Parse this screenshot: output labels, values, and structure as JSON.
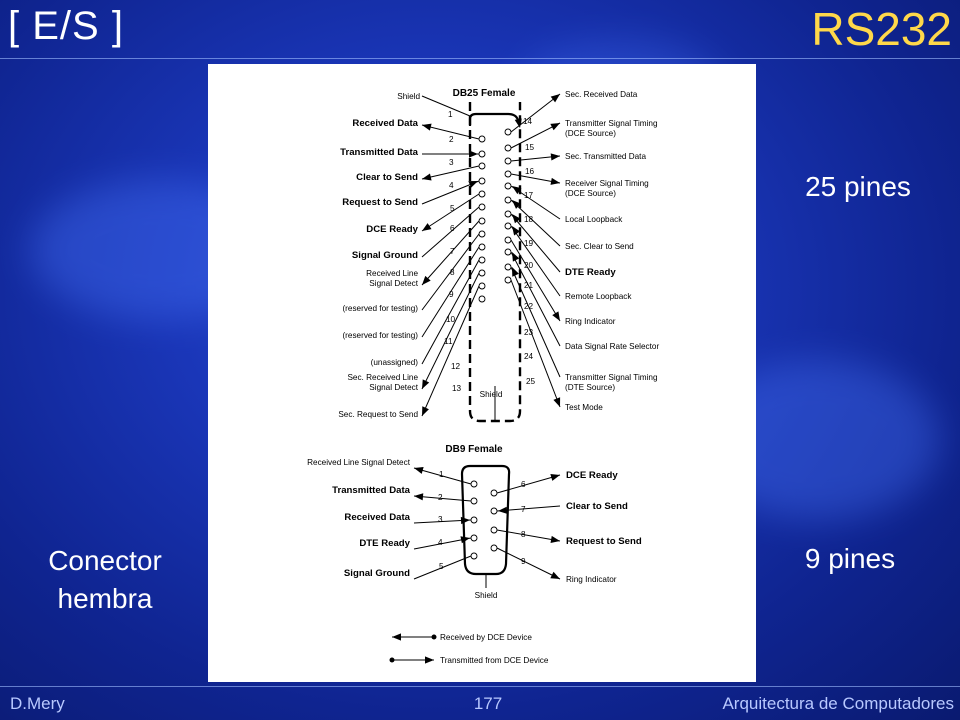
{
  "header": {
    "tag": "[ E/S ]",
    "title": "RS232"
  },
  "labels": {
    "pins25": "25 pines",
    "pins9": "9 pines",
    "connector": [
      "Conector",
      "hembra"
    ]
  },
  "footer": {
    "author": "D.Mery",
    "page": "177",
    "course": "Arquitectura de Computadores"
  },
  "db25": {
    "title": "DB25 Female",
    "shield_top": "Shield",
    "shield_bottom": "Shield",
    "left": [
      {
        "n": "1",
        "label": [
          "Received Data"
        ],
        "bold": true,
        "dir": "out"
      },
      {
        "n": "2",
        "label": [
          "Transmitted Data"
        ],
        "bold": true,
        "dir": "in"
      },
      {
        "n": "3",
        "label": [
          "Clear to Send"
        ],
        "bold": true,
        "dir": "out"
      },
      {
        "n": "4",
        "label": [
          "Request to Send"
        ],
        "bold": true,
        "dir": "in"
      },
      {
        "n": "5",
        "label": [
          "DCE Ready"
        ],
        "bold": true,
        "dir": "out"
      },
      {
        "n": "6",
        "label": [
          "Signal Ground"
        ],
        "bold": true,
        "dir": "none"
      },
      {
        "n": "7",
        "label": [
          "Received Line",
          "Signal Detect"
        ],
        "bold": false,
        "dir": "out"
      },
      {
        "n": "8",
        "label": [
          "(reserved for testing)"
        ],
        "bold": false,
        "dir": "none"
      },
      {
        "n": "9",
        "label": [
          "(reserved for testing)"
        ],
        "bold": false,
        "dir": "none"
      },
      {
        "n": "10",
        "label": [
          "(unassigned)"
        ],
        "bold": false,
        "dir": "none"
      },
      {
        "n": "11",
        "label": [
          "Sec. Received Line",
          "Signal Detect"
        ],
        "bold": false,
        "dir": "out"
      },
      {
        "n": "12",
        "label": [
          "Sec. Request to Send"
        ],
        "bold": false,
        "dir": "out"
      },
      {
        "n": "13",
        "label": [],
        "bold": false,
        "dir": "none"
      }
    ],
    "right": [
      {
        "n": "14",
        "label": [
          "Sec. Received Data"
        ],
        "bold": false,
        "dir": "out"
      },
      {
        "n": "15",
        "label": [
          "Transmitter Signal Timing",
          "(DCE Source)"
        ],
        "bold": false,
        "dir": "out"
      },
      {
        "n": "16",
        "label": [
          "Sec. Transmitted Data"
        ],
        "bold": false,
        "dir": "out"
      },
      {
        "n": "17",
        "label": [
          "Receiver Signal Timing",
          "(DCE Source)"
        ],
        "bold": false,
        "dir": "out"
      },
      {
        "n": "18",
        "label": [
          "Local Loopback"
        ],
        "bold": false,
        "dir": "in"
      },
      {
        "n": "19",
        "label": [
          "Sec. Clear to Send"
        ],
        "bold": false,
        "dir": "in"
      },
      {
        "n": "20",
        "label": [
          "DTE Ready"
        ],
        "bold": true,
        "dir": "in"
      },
      {
        "n": "21",
        "label": [
          "Remote Loopback"
        ],
        "bold": false,
        "dir": "in"
      },
      {
        "n": "22",
        "label": [
          "Ring Indicator"
        ],
        "bold": false,
        "dir": "out"
      },
      {
        "n": "23",
        "label": [
          "Data Signal Rate Selector"
        ],
        "bold": false,
        "dir": "in"
      },
      {
        "n": "24",
        "label": [
          "Transmitter Signal Timing",
          "(DTE Source)"
        ],
        "bold": false,
        "dir": "in"
      },
      {
        "n": "25",
        "label": [
          "Test Mode"
        ],
        "bold": false,
        "dir": "out"
      }
    ]
  },
  "db9": {
    "title": "DB9 Female",
    "shield": "Shield",
    "left": [
      {
        "n": "1",
        "label": "Received Line Signal Detect",
        "bold": false,
        "dir": "out"
      },
      {
        "n": "2",
        "label": "Transmitted Data",
        "bold": true,
        "dir": "out"
      },
      {
        "n": "3",
        "label": "Received Data",
        "bold": true,
        "dir": "in"
      },
      {
        "n": "4",
        "label": "DTE Ready",
        "bold": true,
        "dir": "in"
      },
      {
        "n": "5",
        "label": "Signal Ground",
        "bold": true,
        "dir": "none"
      }
    ],
    "right": [
      {
        "n": "6",
        "label": "DCE Ready",
        "bold": true,
        "dir": "out"
      },
      {
        "n": "7",
        "label": "Clear to Send",
        "bold": true,
        "dir": "in"
      },
      {
        "n": "8",
        "label": "Request to Send",
        "bold": true,
        "dir": "out"
      },
      {
        "n": "9",
        "label": "Ring Indicator",
        "bold": false,
        "dir": "out"
      }
    ]
  },
  "legend": [
    {
      "label": "Received by DCE Device",
      "dir": "in"
    },
    {
      "label": "Transmitted from DCE Device",
      "dir": "out"
    }
  ]
}
